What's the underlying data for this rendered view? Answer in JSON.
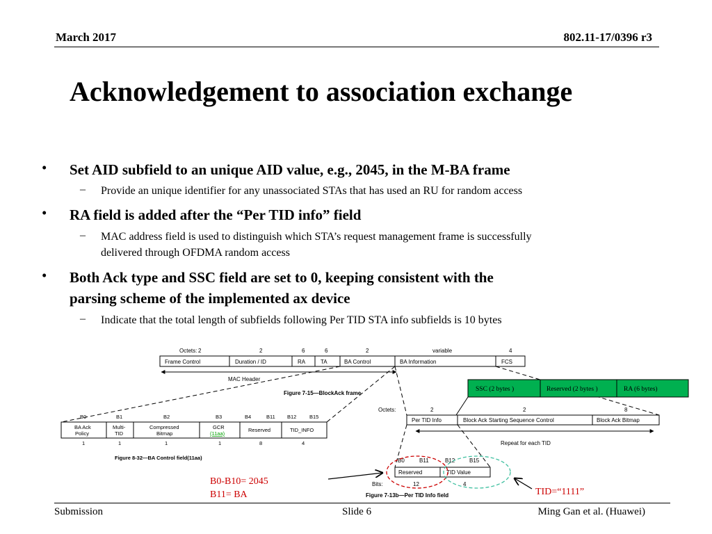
{
  "header": {
    "date": "March 2017",
    "doc_id": "802.11-17/0396 r3"
  },
  "title": "Acknowledgement to association exchange",
  "bullets": [
    {
      "text": "Set AID subfield to an unique AID value, e.g., 2045, in the M-BA frame",
      "sub": [
        "Provide an unique identifier for any unassociated STAs  that has used an RU for random access"
      ]
    },
    {
      "text": "RA field is added after the “Per TID info” field",
      "sub": [
        "MAC address field is used to distinguish which STA’s request management frame is successfully",
        "delivered through OFDMA random access"
      ]
    },
    {
      "text_lines": [
        "Both Ack type and SSC field  are set to 0, keeping consistent with the",
        "parsing scheme of the implemented ax device"
      ],
      "sub": [
        "Indicate that the total length of  subfields following Per TID STA info subfields is 10 bytes"
      ]
    }
  ],
  "fig_frame": {
    "octets_label": "Octets:",
    "octets": [
      "2",
      "2",
      "6",
      "6",
      "2",
      "variable",
      "4"
    ],
    "fields": [
      "Frame Control",
      "Duration / ID",
      "RA",
      "TA",
      "BA Control",
      "BA Information",
      "FCS"
    ],
    "mac_header": "MAC Header",
    "caption": "Figure 7-15—BlockAck frame"
  },
  "fig_ba_control": {
    "bits": [
      "B0",
      "B1",
      "B2",
      "B3",
      "B4",
      "B11",
      "B12",
      "B15"
    ],
    "fields": [
      "BA Ack",
      "Policy",
      "Multi-",
      "TID",
      "Compressed",
      "Bitmap",
      "GCR",
      "(11aa)",
      "Reserved",
      "TID_INFO"
    ],
    "sizes": [
      "1",
      "1",
      "1",
      "1",
      "8",
      "4"
    ],
    "caption": "Figure 8-32—BA Control field(11aa)"
  },
  "fig_per_tid": {
    "octets_label": "Octets:",
    "octets": [
      "2",
      "2",
      "8"
    ],
    "fields": [
      "Per TID Info",
      "Block Ack Starting Sequence Control",
      "Block Ack Bitmap"
    ],
    "repeat": "Repeat for each TID"
  },
  "added_fields": [
    "SSC (2 bytes )",
    "Reserved (2 bytes )",
    "RA (6 bytes)"
  ],
  "fig_tid_info": {
    "bits_top": [
      "B0",
      "B11",
      "B12",
      "B15"
    ],
    "fields": [
      "Reserved",
      "TID Value"
    ],
    "bits_label": "Bits:",
    "sizes": [
      "12",
      "4"
    ],
    "caption": "Figure 7-13b—Per TID Info field"
  },
  "annotations": {
    "aid_line1": "B0-B10= 2045",
    "aid_line2": "B11= BA",
    "tid": "TID=“1111”"
  },
  "footer": {
    "left": "Submission",
    "center": "Slide 6",
    "right": "Ming Gan et al. (Huawei)"
  },
  "colors": {
    "accent_red": "#cc0000",
    "callout_green": "#00b050",
    "tid_circle": "#40c0a0"
  }
}
